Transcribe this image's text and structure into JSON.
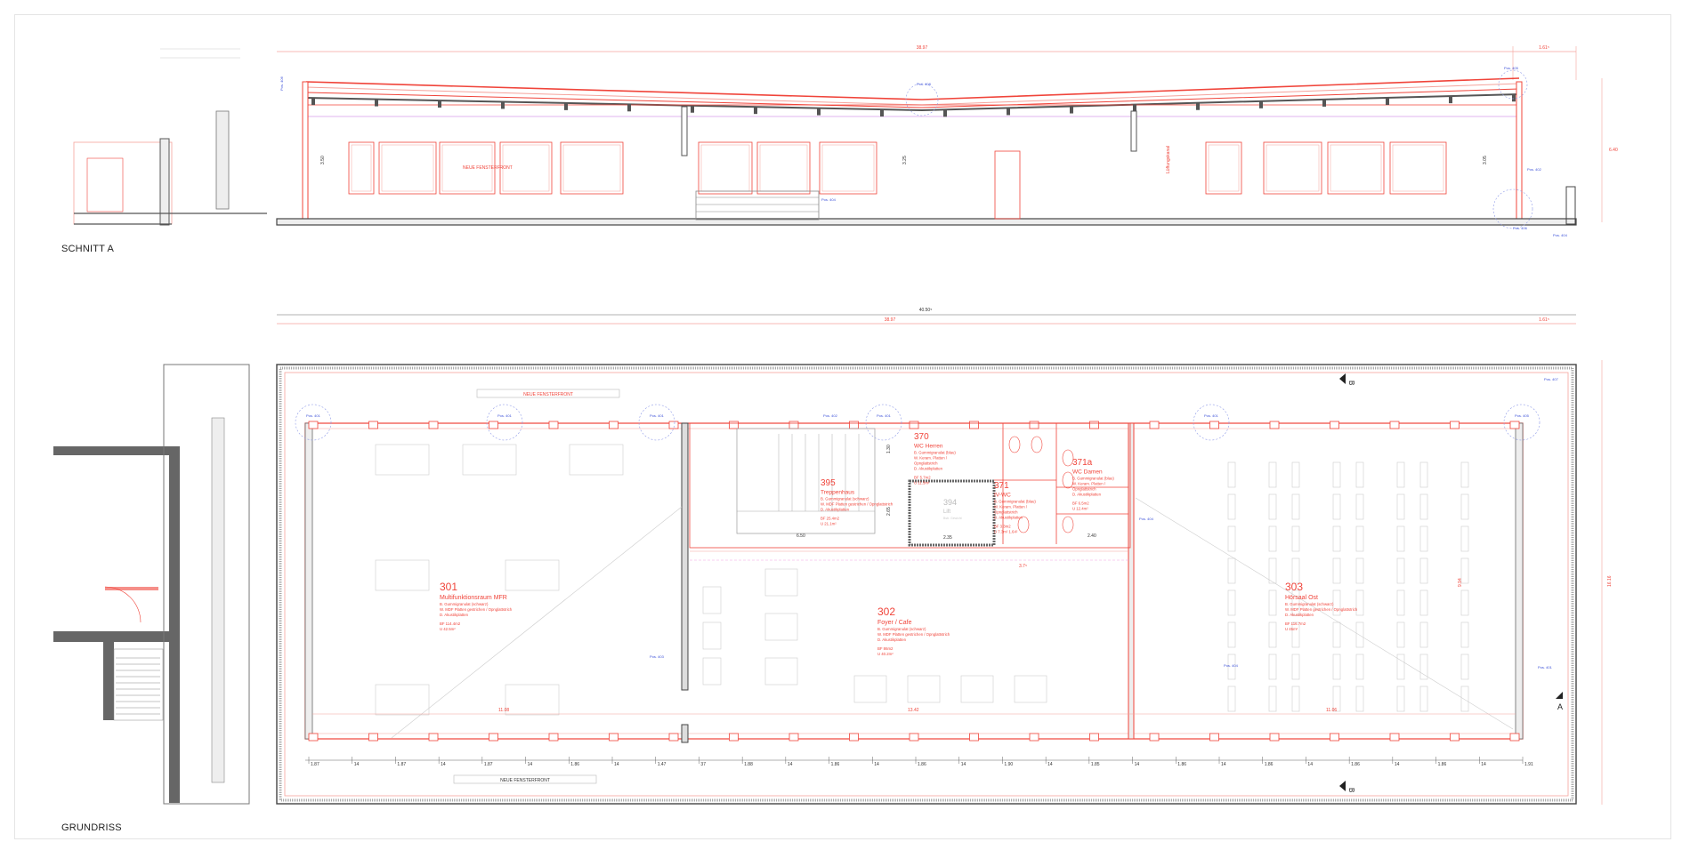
{
  "section": {
    "title": "SCHNITT A",
    "dim_total": "38.97",
    "dim_right": "1.61⁵",
    "dim_height": "6.40",
    "window_label": "NEUE FENSTERFRONT",
    "heights": [
      "3.50",
      "3.25",
      "3.05"
    ],
    "door_label": "Lüftungskanal",
    "pos_labels": [
      "Pos. 406",
      "Pos. 404",
      "Pos. 408",
      "Pos. 405",
      "Pos. 402",
      "Pos. 406",
      "Pos. 404"
    ]
  },
  "plan": {
    "title": "GRUNDRISS",
    "dim_total": "40.50⁵",
    "dim_main": "38.97",
    "dim_right": "1.61⁵",
    "dim_height": "16.16",
    "window_label_top": "NEUE FENSTERFRONT",
    "window_label_bottom": "NEUE FENSTERFRONT",
    "section_mark": "A",
    "section_mark_b": "B",
    "rooms": [
      {
        "number": "301",
        "name": "Multifunktionsraum MFR",
        "lines": [
          "B.   Gummigranulat (schwarz)",
          "W.  MDF Platten gestrichen / Opnglattstrich",
          "D.   Akustikplatten"
        ],
        "bf": "BF   114.4m2",
        "u": "U    42.5m²"
      },
      {
        "number": "302",
        "name": "Foyer / Cafe",
        "lines": [
          "B.   Gummigranulat (schwarz)",
          "W.  MDF Platten gestrichen / Opnglattstrich",
          "D.   Akustikplatten"
        ],
        "bf": "BF   86m2",
        "u": "U    40.2m²"
      },
      {
        "number": "303",
        "name": "Hörsaal Ost",
        "lines": [
          "B.   Gummigranulat (schwarz)",
          "W.  MDF Platten gestrichen / Opnglattstrich",
          "D.   Akustikplatten"
        ],
        "bf": "BF   116.7m2",
        "u": "U    45m²"
      },
      {
        "number": "395",
        "name": "Treppenhaus",
        "lines": [
          "B.   Gummigranulat (schwarz)",
          "W.  MDF Platten gestrichen / Opnglattstrich",
          "D.   Akustikplatten"
        ],
        "bf": "BF   25.4m2",
        "u": "U    21.1m²"
      },
      {
        "number": "370",
        "name": "WC Herren",
        "lines": [
          "B.   Gummigranulat (blau)",
          "W.  Keram. Platten /",
          "      Opnglattstrich",
          "D.   Akustikplatten"
        ],
        "bf": "BF   5.7m2",
        "u": "U    11.5m²"
      },
      {
        "number": "371",
        "name": "IV-WC",
        "lines": [
          "B.   Gummigranulat (blau)",
          "W.  Keram. Platten /",
          "      Opnglattstrich",
          "D.   Akustikplatten"
        ],
        "bf": "BF   3.3m2",
        "u": "U    7.3m²  1.64²"
      },
      {
        "number": "371a",
        "name": "WC Damen",
        "lines": [
          "B.   Gummigranulat (blau)",
          "W.  Keram. Platten /",
          "      Opnglattstrich",
          "D.   Akustikplatten"
        ],
        "bf": "BF   6.5m2",
        "u": "U    12.4m²"
      }
    ],
    "lift": {
      "number": "394",
      "name": "Lift",
      "note": "Bstr. Gewicht"
    },
    "inner_dims": {
      "stair": "6.50",
      "lift_w": "2.35",
      "wc": "2.40",
      "h1": "1.30",
      "h2": "2.65",
      "corr": "3.7⁵",
      "left_span": "11.08",
      "mid_span": "13.42",
      "right_span": "11.06",
      "left_h": "9.94"
    },
    "bottom_dims": [
      "1.87",
      "14",
      "1.87",
      "14",
      "1.87",
      "14",
      "1.86",
      "14",
      "1.47",
      "37",
      "1.88",
      "14",
      "1.86",
      "14",
      "1.86",
      "14",
      "1.90",
      "14",
      "1.85",
      "14",
      "1.86",
      "14",
      "1.86",
      "14",
      "1.86",
      "14",
      "1.86",
      "14",
      "1.91"
    ],
    "pos_labels": [
      "Pos. 401",
      "Pos. 401",
      "Pos. 401",
      "Pos. 401",
      "Pos. 401",
      "Pos. 405",
      "Pos. 401",
      "Pos. 402",
      "Pos. 404",
      "Pos. 403",
      "Pos. 404",
      "Pos. 407"
    ]
  }
}
